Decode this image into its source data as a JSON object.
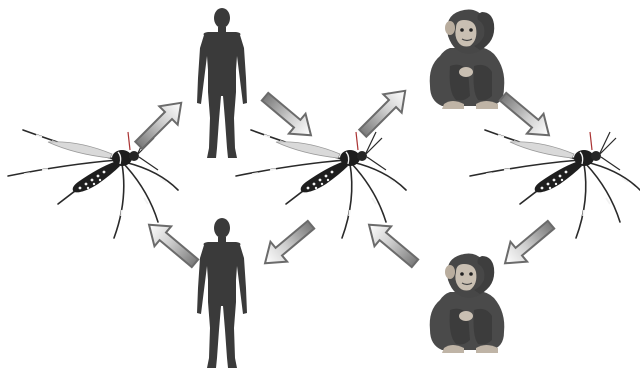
{
  "diagram": {
    "colors": {
      "background": "#ffffff",
      "human": "#3a3a3a",
      "chimp": "#4a4a4a",
      "chimp_skin": "#c9bfb2",
      "mosquito_body": "#1e1e1e",
      "mosquito_spots": "#f2f2f2",
      "mosquito_legs": "#2a2a2a",
      "arrow_stroke": "#6b6b6b",
      "arrow_fill_dark": "#8a8a8a",
      "arrow_fill_light": "#ffffff"
    },
    "nodes": [
      {
        "id": "mosquito-left",
        "kind": "mosquito"
      },
      {
        "id": "human-top",
        "kind": "human"
      },
      {
        "id": "human-bottom",
        "kind": "human"
      },
      {
        "id": "mosquito-center",
        "kind": "mosquito"
      },
      {
        "id": "chimp-top",
        "kind": "chimpanzee"
      },
      {
        "id": "chimp-bottom",
        "kind": "chimpanzee"
      },
      {
        "id": "mosquito-right",
        "kind": "mosquito"
      }
    ],
    "links": [
      {
        "from": "mosquito-left",
        "to": "human-top"
      },
      {
        "from": "human-top",
        "to": "mosquito-center"
      },
      {
        "from": "mosquito-center",
        "to": "human-bottom"
      },
      {
        "from": "human-bottom",
        "to": "mosquito-left"
      },
      {
        "from": "mosquito-center",
        "to": "chimp-top"
      },
      {
        "from": "chimp-top",
        "to": "mosquito-right"
      },
      {
        "from": "mosquito-right",
        "to": "chimp-bottom"
      },
      {
        "from": "chimp-bottom",
        "to": "mosquito-center"
      }
    ]
  }
}
